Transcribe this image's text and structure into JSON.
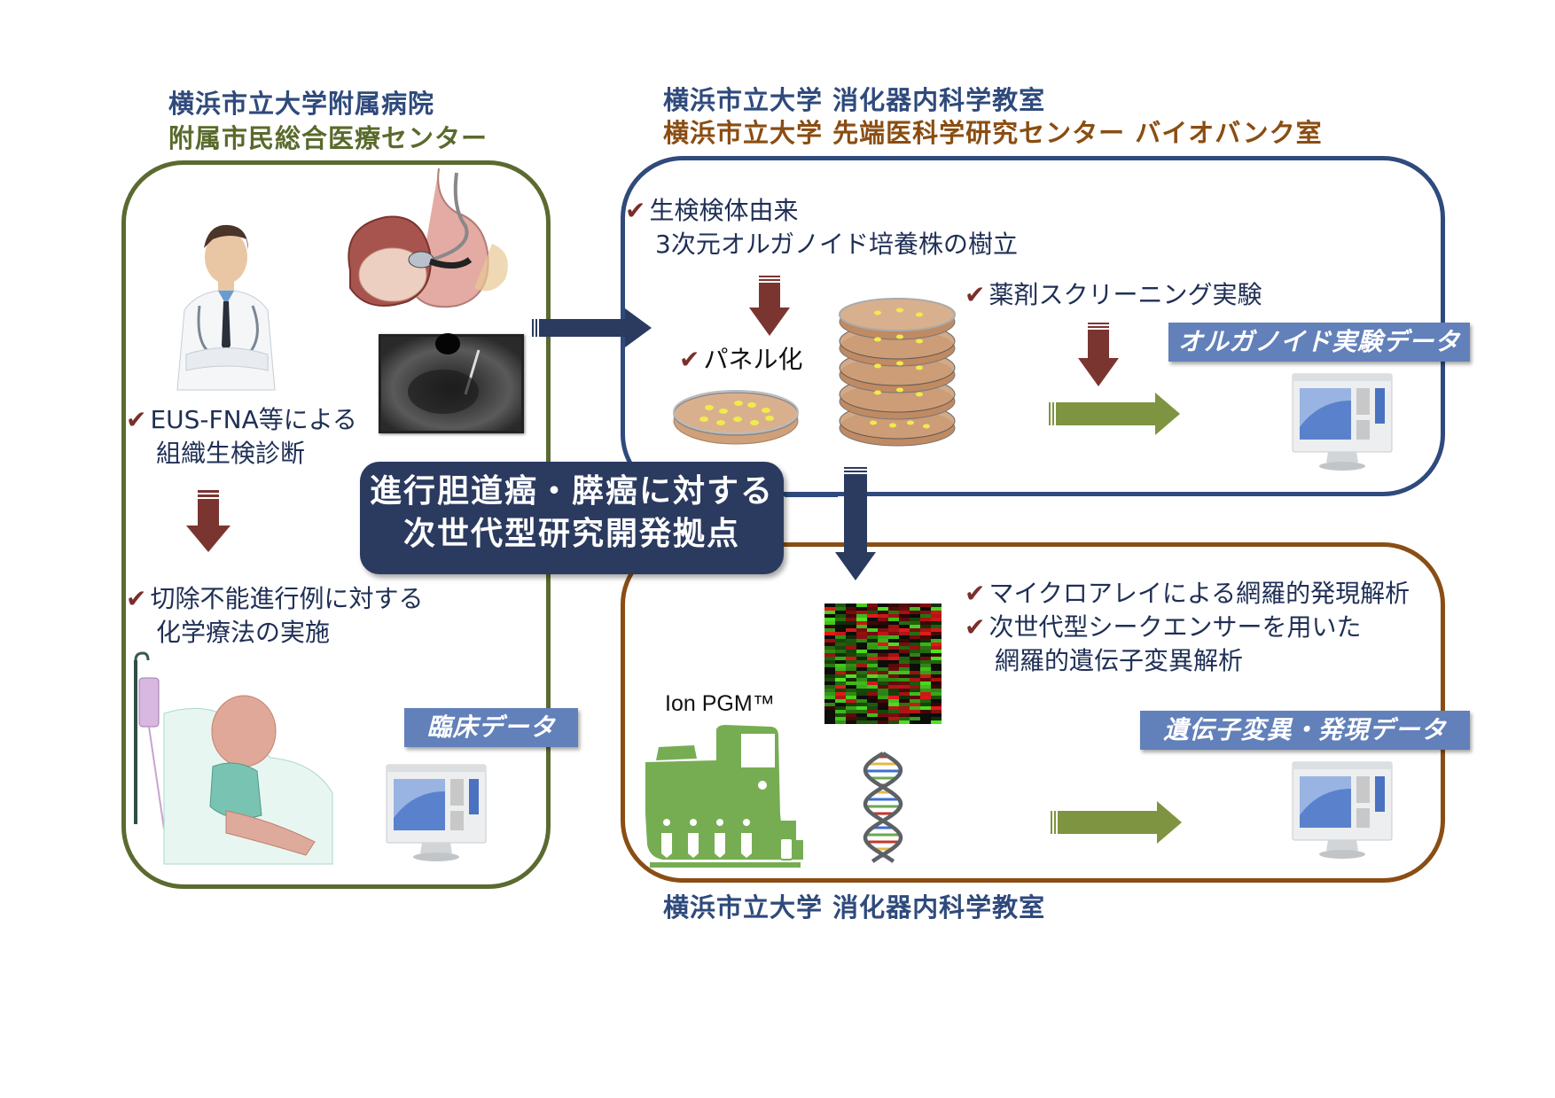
{
  "headings": {
    "left_line1": "横浜市立大学附属病院",
    "left_line2": "附属市民総合医療センター",
    "right_line1": "横浜市立大学 消化器内科学教室",
    "right_line2": "横浜市立大学 先端医科学研究センター バイオバンク室",
    "bottom": "横浜市立大学 消化器内科学教室"
  },
  "colors": {
    "navy": "#2f4a7c",
    "olive": "#5b6a30",
    "brown": "#8a4e14",
    "check_red": "#7b2f2a",
    "badge_blue": "#6280b9",
    "banner_navy": "#2b3a5f",
    "arrow_green": "#7f9440"
  },
  "center_banner": {
    "line1": "進行胆道癌・膵癌に対する",
    "line2": "次世代型研究開発拠点"
  },
  "left_box": {
    "check_mark": "✔",
    "item1_line1": "EUS-FNA等による",
    "item1_line2": "組織生検診断",
    "item2_line1": "切除不能進行例に対する",
    "item2_line2": "化学療法の実施",
    "data_label": "臨床データ",
    "icons": [
      "doctor-illustration",
      "stomach-endoscopy-illustration",
      "ultrasound-image",
      "patient-in-bed-illustration",
      "computer-monitor-icon"
    ]
  },
  "top_box": {
    "check_mark": "✔",
    "item1_line1": "生検検体由来",
    "item1_line2": "3次元オルガノイド培養株の樹立",
    "item2": "パネル化",
    "item3": "薬剤スクリーニング実験",
    "data_label": "オルガノイド実験データ",
    "icons": [
      "petri-dish-icon",
      "stacked-petri-dishes-icon",
      "computer-monitor-icon"
    ]
  },
  "bottom_box": {
    "check_mark": "✔",
    "item1": "マイクロアレイによる網羅的発現解析",
    "item2_line1": "次世代型シークエンサーを用いた",
    "item2_line2": "網羅的遺伝子変異解析",
    "sequencer_label": "Ion PGM™",
    "data_label": "遺伝子変異・発現データ",
    "icons": [
      "microarray-heatmap",
      "sequencer-machine-icon",
      "dna-helix-icon",
      "computer-monitor-icon"
    ]
  }
}
